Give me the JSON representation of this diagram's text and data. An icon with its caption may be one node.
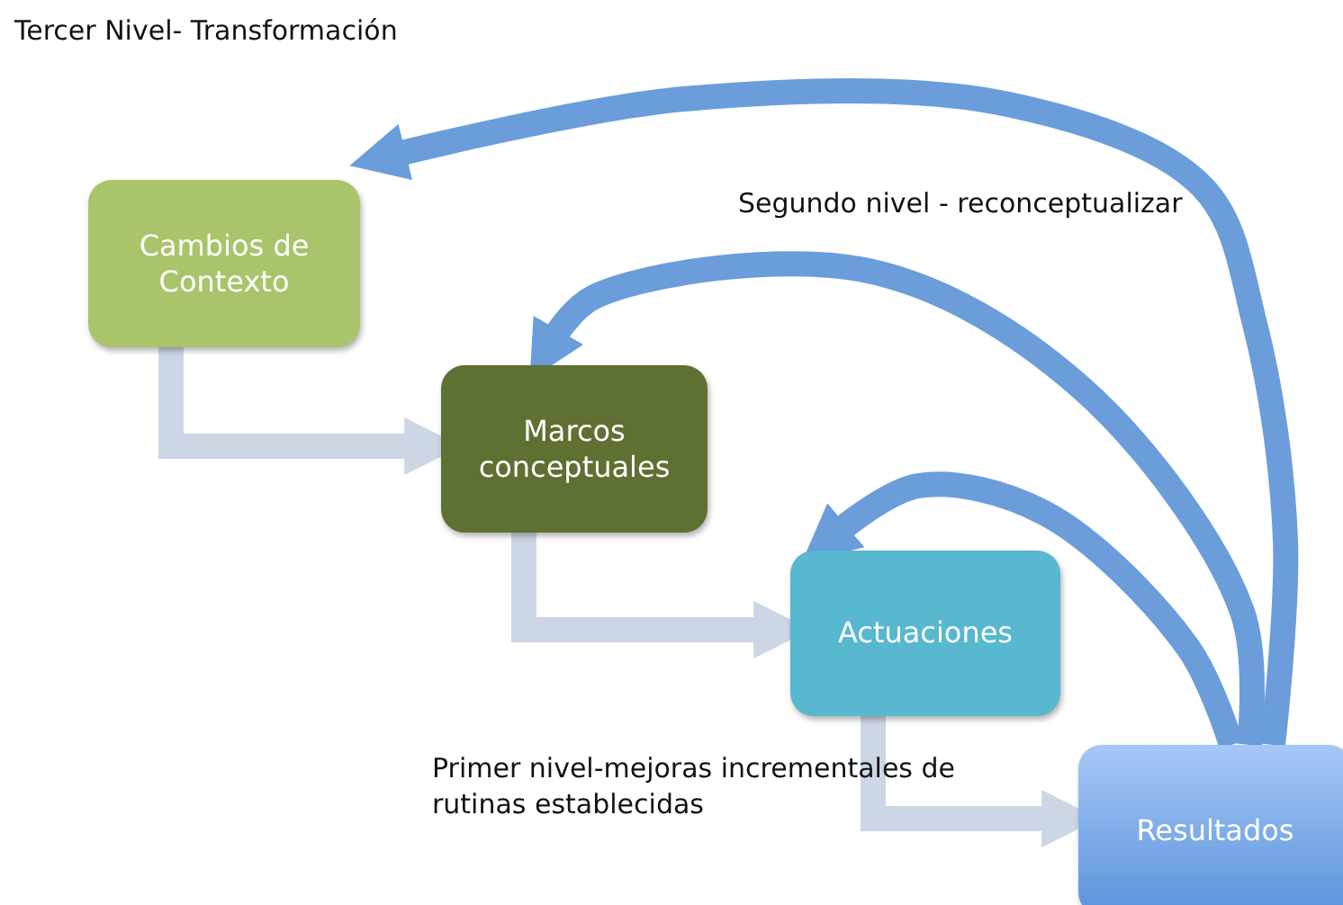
{
  "diagram": {
    "nodes": [
      {
        "text": [
          "Cambios de Contexto"
        ]
      },
      {
        "text": [
          "Marcos conceptuales"
        ]
      },
      {
        "text": [
          "Actuaciones"
        ]
      },
      {
        "text": [
          "Resultados"
        ]
      }
    ],
    "edges": [
      {
        "from": 0,
        "to": 1,
        "arrow": "to",
        "color": "#cdd6e5"
      },
      {
        "from": 1,
        "to": 2,
        "arrow": "to",
        "color": "#cdd6e5"
      },
      {
        "from": 2,
        "to": 3,
        "arrow": "to",
        "color": "#cdd6e5"
      },
      {
        "from": 3,
        "to": 0,
        "arrow": "to",
        "color": "#6b9ddb"
      },
      {
        "from": 3,
        "to": 1,
        "arrow": "to",
        "color": "#6b9ddb"
      },
      {
        "from": 3,
        "to": 2,
        "arrow": "to",
        "color": "#6b9ddb"
      }
    ],
    "labels": [
      "Tercer Nivel- Transformación",
      "Segundo nivel - reconceptualizar",
      "Primer nivel-mejoras incrementales de rutinas establecidas"
    ]
  }
}
